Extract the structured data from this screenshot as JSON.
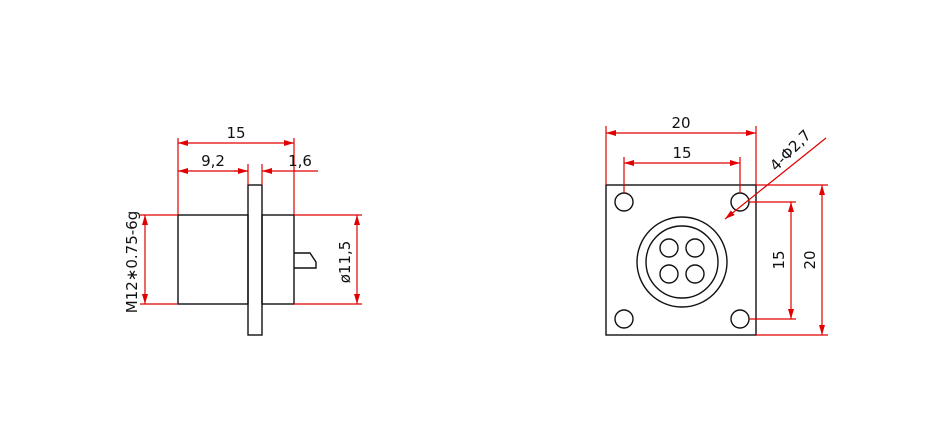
{
  "side_view": {
    "overall_length": "15",
    "thread_length": "9,2",
    "flange_thickness": "1,6",
    "thread_spec": "M12∗0.75-6g",
    "body_diameter": "ø11,5"
  },
  "front_view": {
    "flange_width": "20",
    "hole_spacing_horizontal": "15",
    "mounting_holes": "4-Φ2,7",
    "hole_spacing_vertical": "15",
    "flange_height": "20"
  },
  "colors": {
    "outline": "#111111",
    "dimension": "#e00000"
  }
}
